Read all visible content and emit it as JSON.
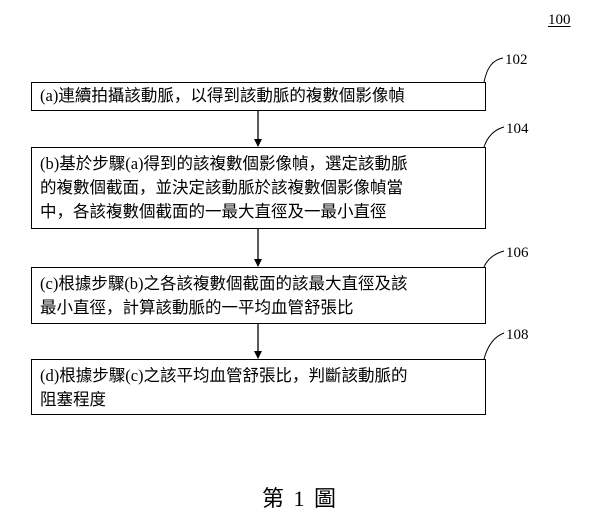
{
  "figure_ref": "100",
  "steps": [
    {
      "ref": "102",
      "text": "(a)連續拍攝該動脈，以得到該動脈的複數個影像幀"
    },
    {
      "ref": "104",
      "text": "(b)基於步驟(a)得到的該複數個影像幀，選定該動脈\n的複數個截面，並決定該動脈於該複數個影像幀當\n中，各該複數個截面的一最大直徑及一最小直徑"
    },
    {
      "ref": "106",
      "text": "(c)根據步驟(b)之各該複數個截面的該最大直徑及該\n最小直徑，計算該動脈的一平均血管舒張比"
    },
    {
      "ref": "108",
      "text": "(d)根據步驟(c)之該平均血管舒張比，判斷該動脈的\n阻塞程度"
    }
  ],
  "caption": "第 1 圖"
}
